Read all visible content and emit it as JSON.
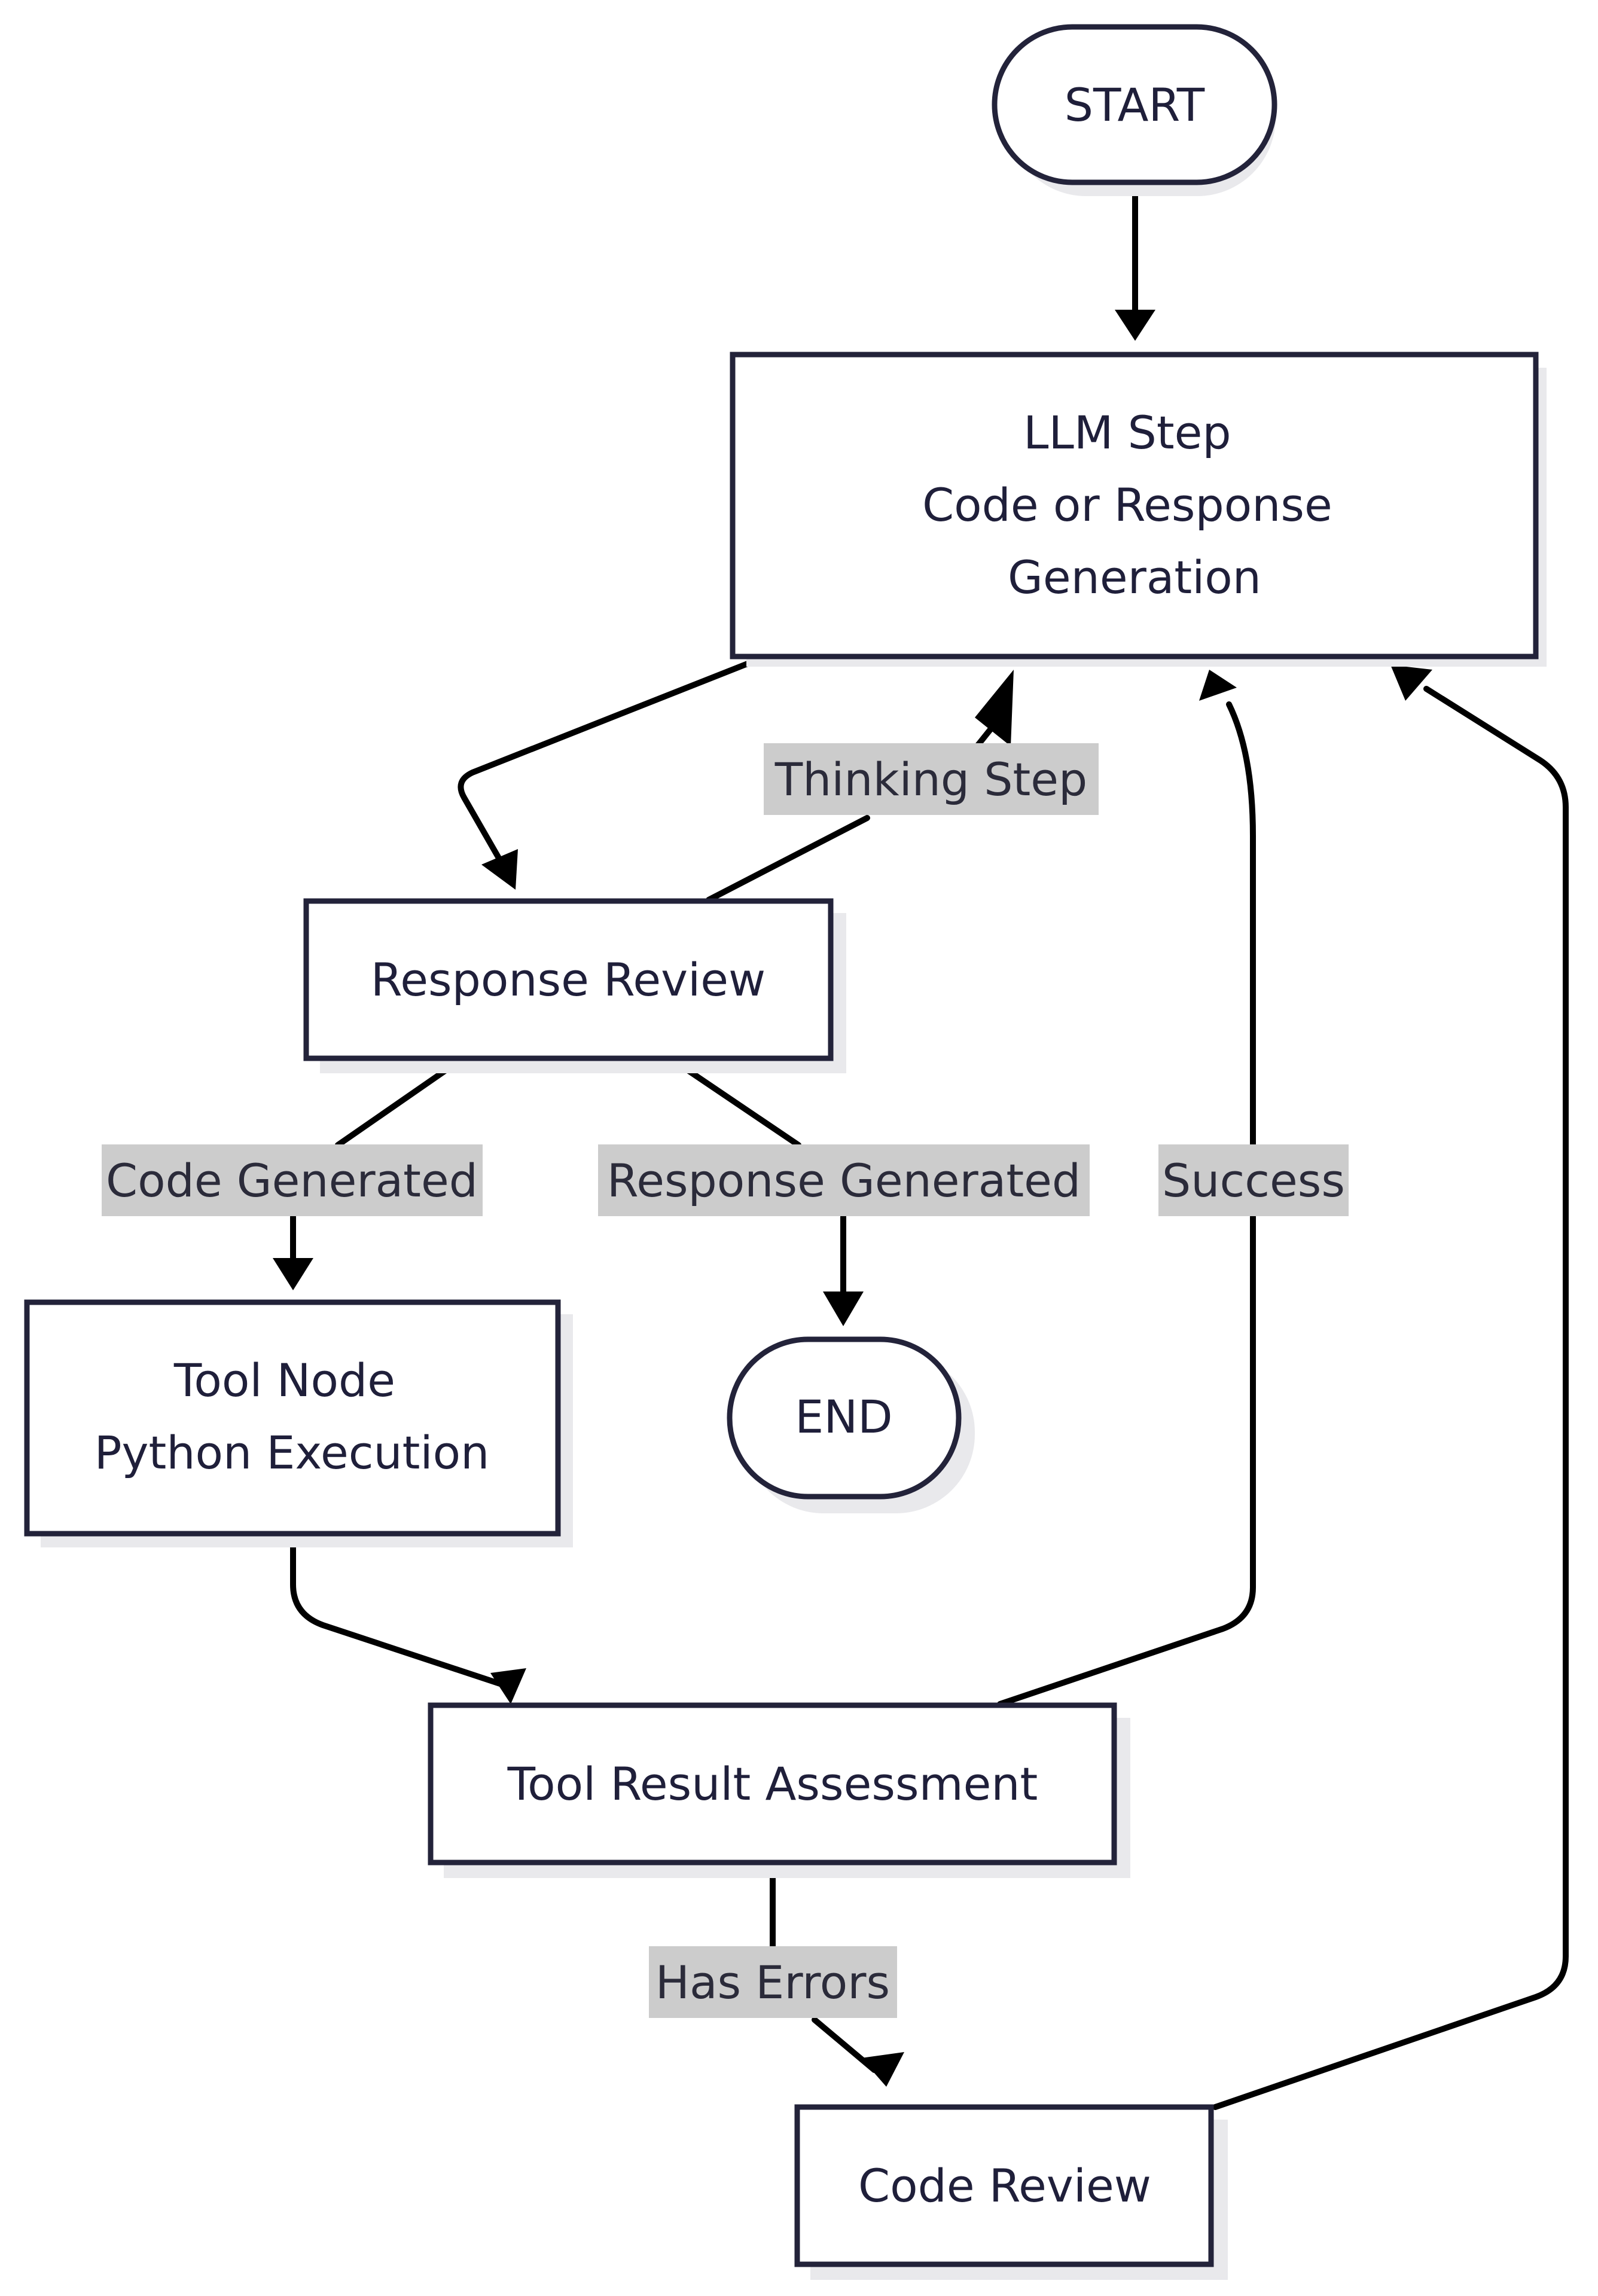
{
  "nodes": {
    "start": {
      "label": "START"
    },
    "llm_step": {
      "lines": [
        "LLM Step",
        "Code or Response",
        "Generation"
      ]
    },
    "response_review": {
      "label": "Response Review"
    },
    "tool_node": {
      "lines": [
        "Tool Node",
        "Python Execution"
      ]
    },
    "end": {
      "label": "END"
    },
    "tool_result_assessment": {
      "label": "Tool Result Assessment"
    },
    "code_review": {
      "label": "Code Review"
    }
  },
  "edges": {
    "thinking_step": "Thinking Step",
    "code_generated": "Code Generated",
    "response_generated": "Response Generated",
    "success": "Success",
    "has_errors": "Has Errors"
  },
  "colors": {
    "node_stroke": "#23233a",
    "edge": "#000000",
    "label_bg": "#cccccc",
    "text": "#1f1f3a"
  }
}
